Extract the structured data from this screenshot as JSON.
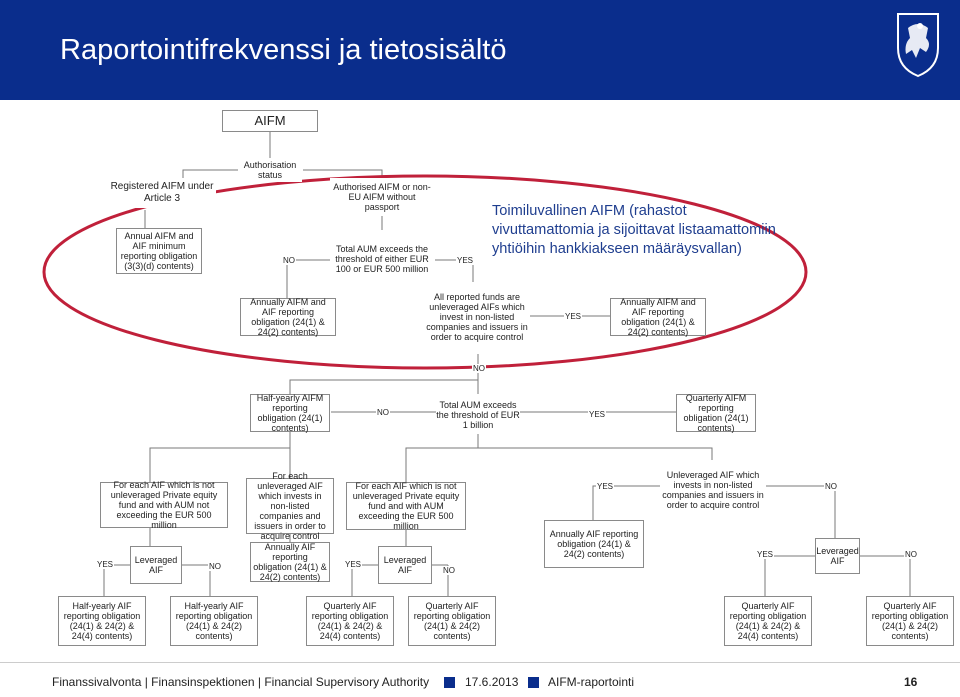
{
  "header": {
    "title": "Raportointifrekvenssi ja tietosisältö",
    "background": "#0a2d8c"
  },
  "diagram": {
    "root": "AIFM",
    "authorisation_status": "Authorisation status",
    "registered": "Registered AIFM under Article 3",
    "authorised": "Authorised AIFM or non-EU AIFM without passport",
    "annual_minimum": "Annual AIFM and AIF minimum reporting obligation (3(3)(d) contents)",
    "aum_threshold": "Total AUM exceeds the threshold of either EUR 100 or EUR 500 million",
    "annual_a": "Annually AIFM and AIF reporting obligation (24(1) & 24(2) contents)",
    "all_funds": "All reported funds are unleveraged AIFs which invest in non-listed companies and issuers in order to acquire control",
    "annual_b": "Annually AIFM and AIF reporting obligation (24(1) & 24(2) contents)",
    "half_yearly_aifm": "Half-yearly AIFM reporting obligation (24(1) contents)",
    "aum_1bn": "Total AUM exceeds the threshold of EUR 1 billion",
    "quarterly_aifm": "Quarterly AIFM reporting obligation (24(1) contents)",
    "pe_not_exceeding": "For each AIF which is not unleveraged Private equity fund and with AUM not exceeding the EUR 500 million",
    "unlev_nonlisted": "For each unleveraged AIF which invests in non-listed companies and issuers in order to acquire control",
    "annual_aif": "Annually AIF reporting obligation (24(1) & 24(2) contents)",
    "pe_exceeding": "For each AIF which is not unleveraged Private equity fund and with AUM exceeding the EUR 500 million",
    "annual_aif_right": "Annually AIF reporting obligation (24(1) & 24(2) contents)",
    "unlev_right": "Unleveraged AIF which invests in non-listed companies and issuers in order to acquire control",
    "leveraged": "Leveraged AIF",
    "bottom": [
      "Half-yearly AIF reporting obligation (24(1) & 24(2) & 24(4) contents)",
      "Half-yearly AIF reporting obligation (24(1) & 24(2) contents)",
      "Quarterly AIF reporting obligation (24(1) & 24(2) & 24(4) contents)",
      "Quarterly AIF reporting obligation (24(1) & 24(2) contents)",
      "Quarterly AIF reporting obligation (24(1) & 24(2) & 24(4) contents)",
      "Quarterly AIF reporting obligation (24(1) & 24(2) contents)"
    ],
    "yes": "YES",
    "no": "NO"
  },
  "overlay_text": "Toimiluvallinen AIFM (rahastot vivuttamattomia ja sijoittavat listaamattomiin yhtiöihin hankkiakseen määräysvallan)",
  "overlay_color": "#1f3e8f",
  "ellipse_color": "#c0203a",
  "footer": {
    "org": "Finanssivalvonta | Finansinspektionen | Financial Supervisory Authority",
    "date": "17.6.2013",
    "topic": "AIFM-raportointi",
    "page": "16"
  }
}
